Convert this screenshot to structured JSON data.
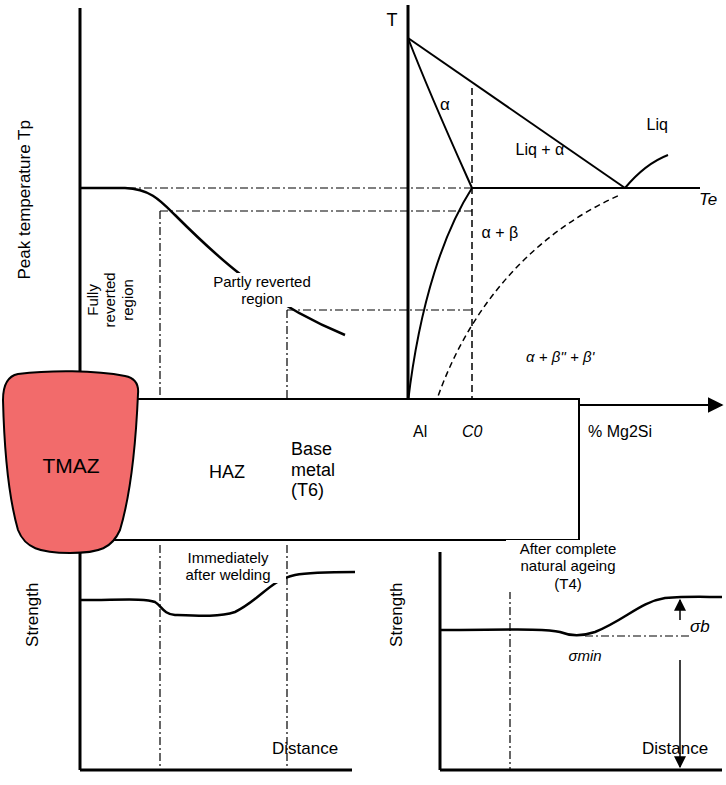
{
  "diagram": {
    "nodes": [
      {
        "text": [
          "TMAZ"
        ]
      },
      {
        "text": [
          "HAZ",
          "Base metal (T6)"
        ]
      }
    ],
    "labels": [
      "Peak temperature Tp",
      "Fully reverted region",
      "Partly reverted region",
      "T",
      "α",
      "Liq + α",
      "Liq",
      "Te",
      "α + β",
      "α + β'' + β'",
      "Al",
      "C0",
      "% Mg2Si",
      "Strength",
      "Immediately after welding",
      "Distance",
      "Strength",
      "After complete natural ageing (T4)",
      "σb",
      "σmin",
      "Distance"
    ]
  }
}
